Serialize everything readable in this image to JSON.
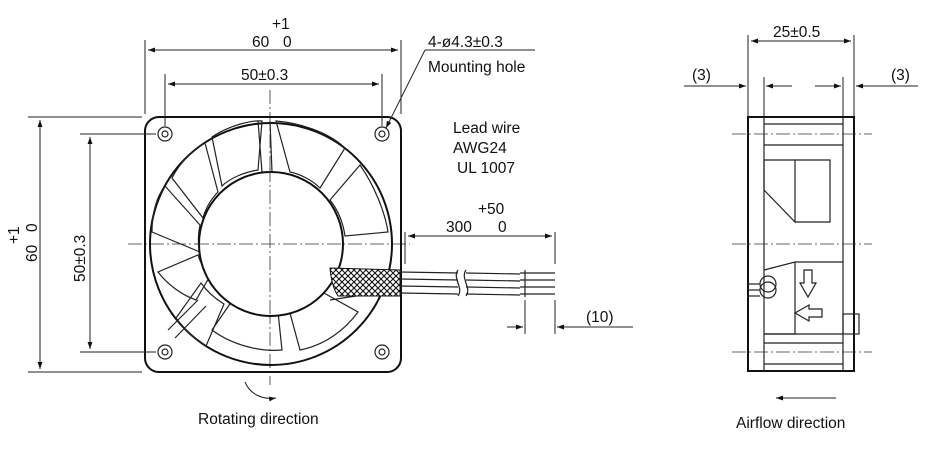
{
  "front_view": {
    "overall_width": {
      "nominal": "60",
      "upper_tol": "+1",
      "lower_tol": "0"
    },
    "overall_height": {
      "nominal": "60",
      "upper_tol": "+1",
      "lower_tol": "0"
    },
    "hole_pitch_horizontal": "50±0.3",
    "hole_pitch_vertical": "50±0.3",
    "mounting_hole_spec": "4-ø4.3±0.3",
    "mounting_hole_label": "Mounting hole",
    "lead_wire": [
      "Lead wire",
      "AWG24",
      "UL 1007"
    ],
    "lead_length": {
      "nominal": "300",
      "upper_tol": "+50",
      "lower_tol": "0"
    },
    "strip_length": "(10)",
    "rotating_direction_label": "Rotating direction"
  },
  "side_view": {
    "depth": "25±0.5",
    "left_offset": "(3)",
    "right_offset": "(3)",
    "airflow_direction_label": "Airflow direction"
  }
}
